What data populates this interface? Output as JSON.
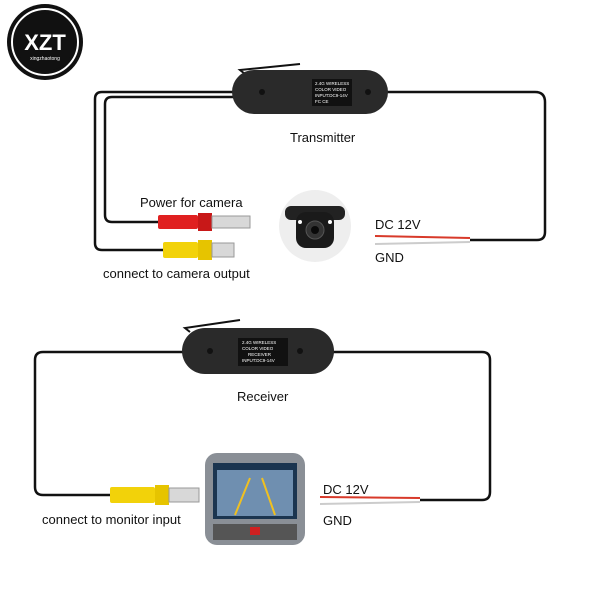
{
  "logo": {
    "brand": "XZT",
    "sub": "xingzhaotong"
  },
  "transmitter": {
    "title": "Transmitter",
    "module_label": [
      "2.4G WIRELESS",
      "COLOR    VIDEO",
      "INPUT:DC9-14V",
      "FC CE"
    ],
    "power_label": "Power for camera",
    "video_label": "connect to camera output",
    "dc_label": "DC 12V",
    "gnd_label": "GND"
  },
  "receiver": {
    "title": "Receiver",
    "module_label": [
      "2.4G WIRELESS",
      "COLOR    VIDEO",
      "RECEIVER",
      "INPUT:DC9-14V"
    ],
    "video_label": "connect to monitor input",
    "dc_label": "DC 12V",
    "gnd_label": "GND"
  },
  "colors": {
    "cable": "#111111",
    "red_plug": "#e02020",
    "yellow_plug": "#f2d20a",
    "module": "#2a2a2a",
    "dc_red": "#d83a2a"
  }
}
